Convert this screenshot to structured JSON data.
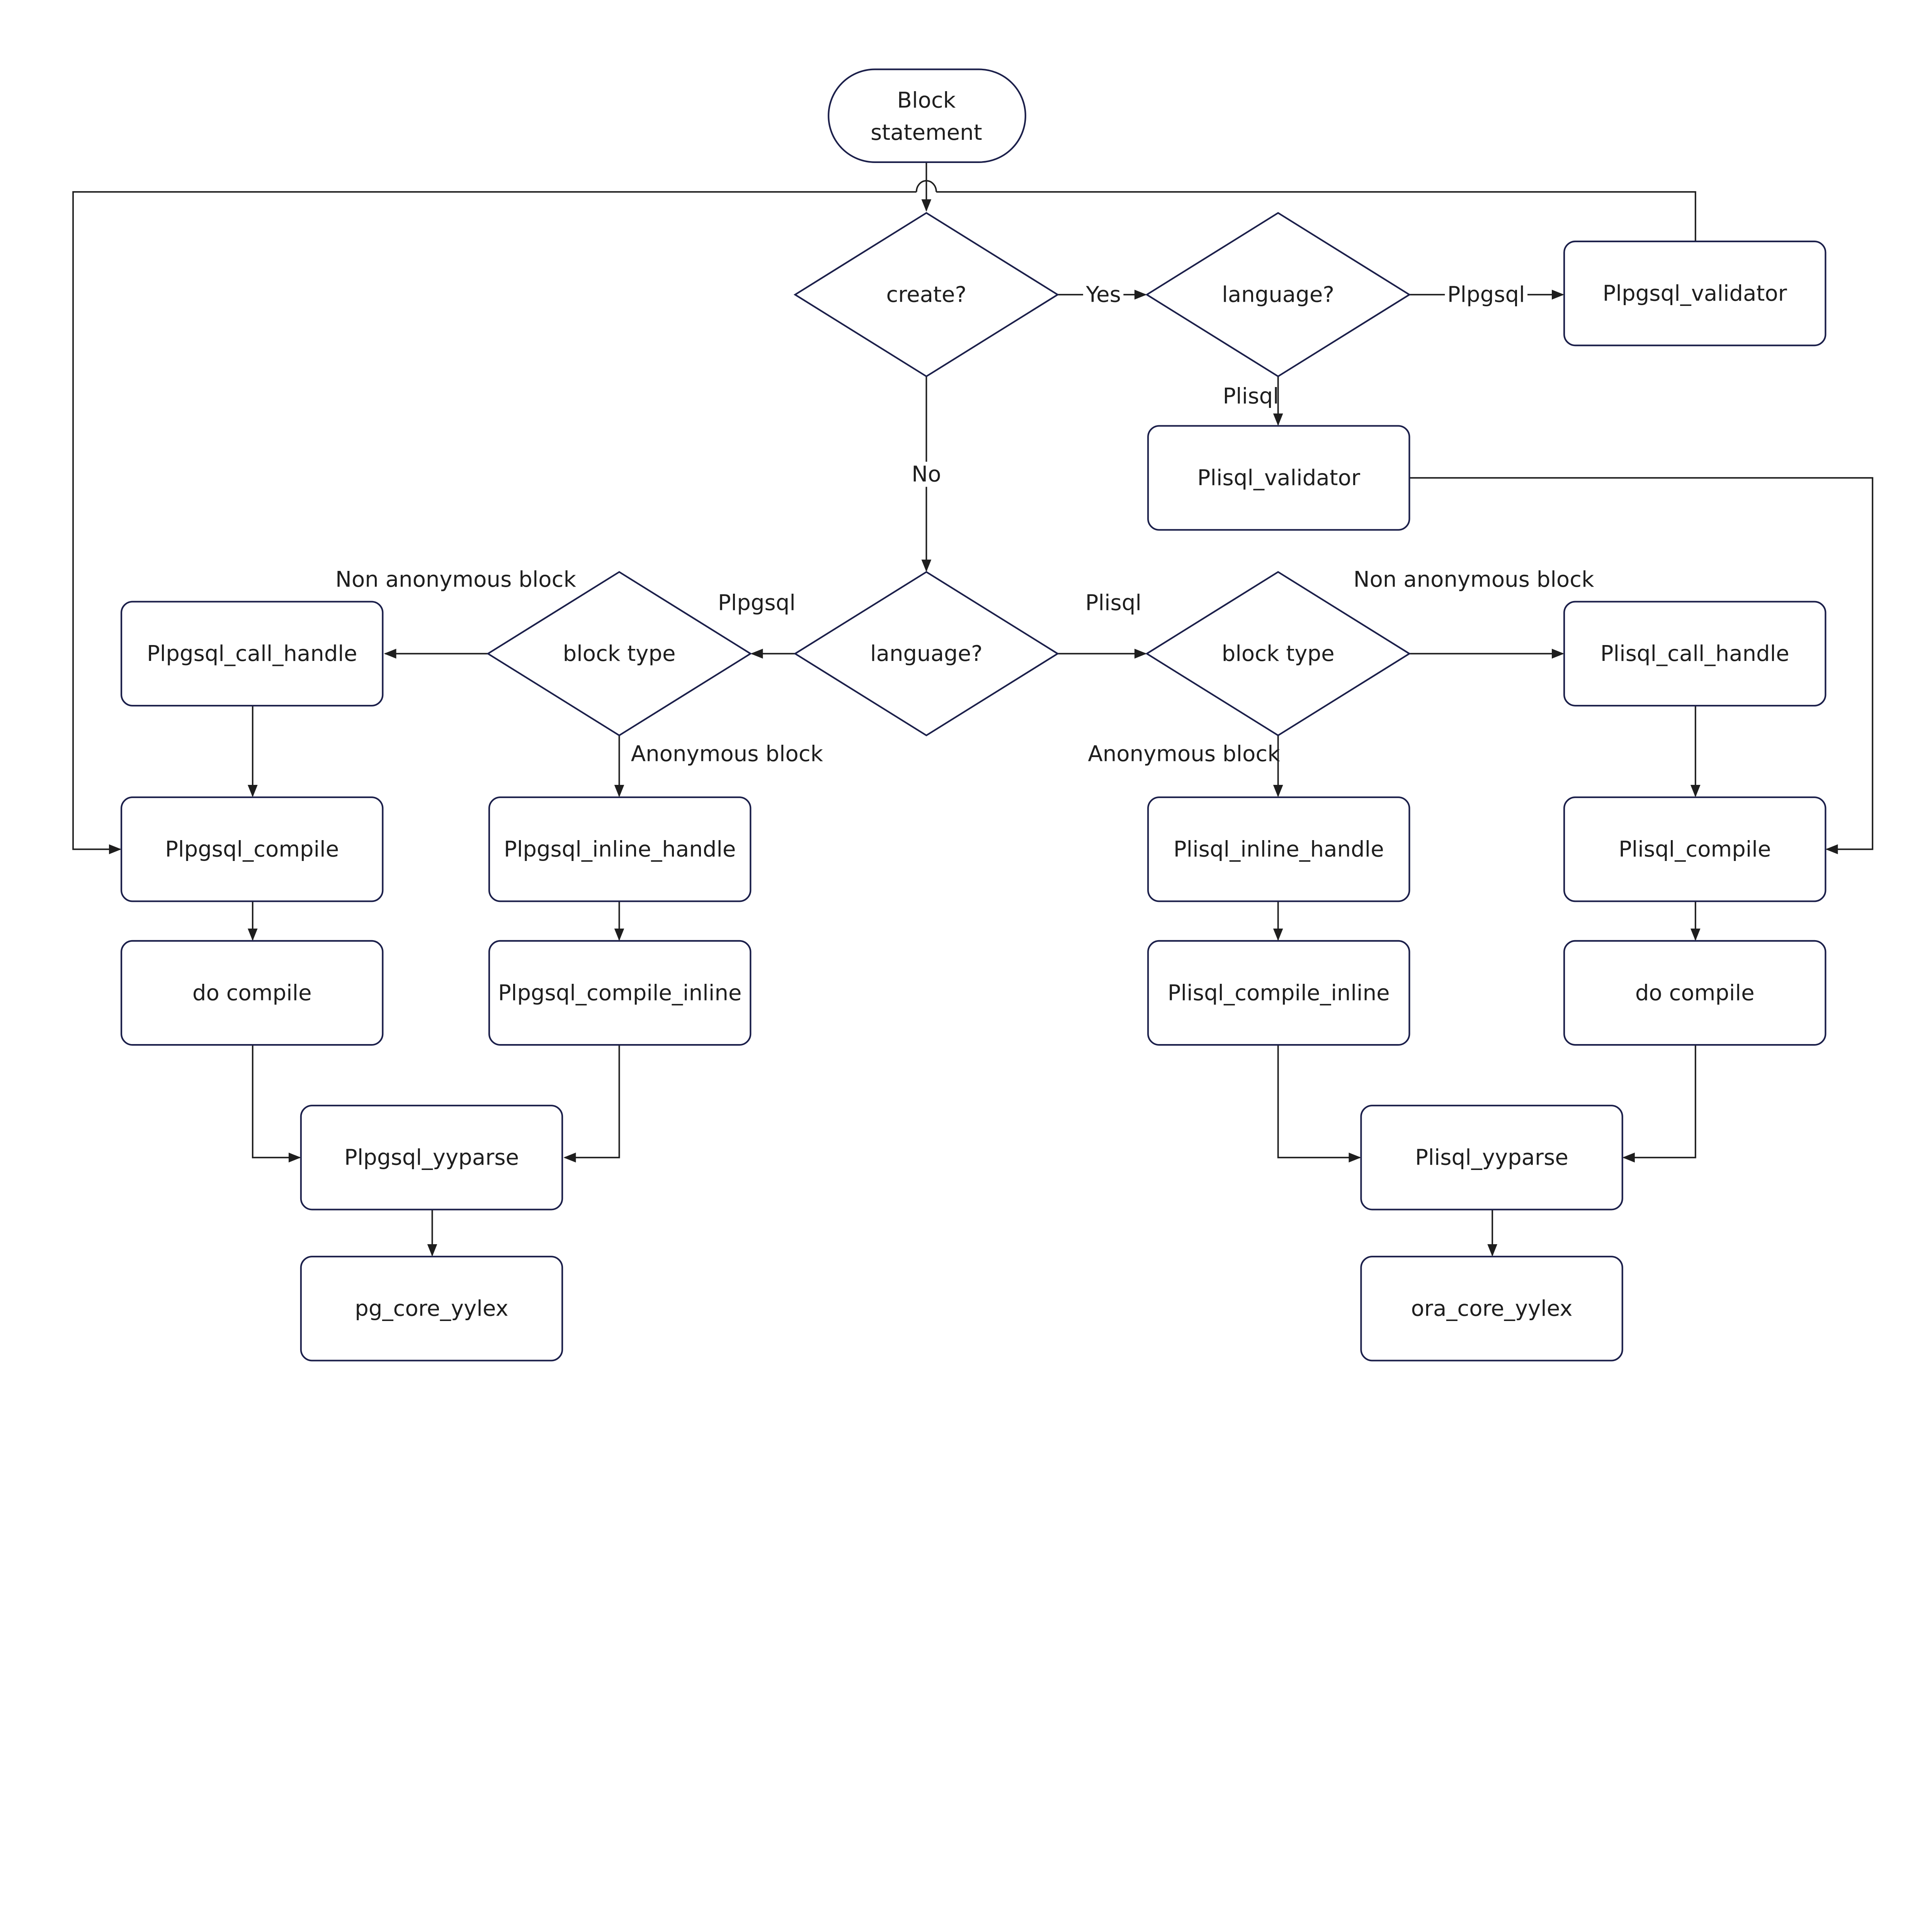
{
  "nodes": {
    "start": [
      "Block",
      "statement"
    ],
    "create": "create?",
    "language_top": "language?",
    "plpgsql_validator": "Plpgsql_validator",
    "plisql_validator": "Plisql_validator",
    "language_mid": "language?",
    "block_type_left": "block type",
    "block_type_right": "block type",
    "plpgsql_call_handle": "Plpgsql_call_handle",
    "plpgsql_compile": "Plpgsql_compile",
    "do_compile_left": "do compile",
    "plpgsql_inline_handle": "Plpgsql_inline_handle",
    "plpgsql_compile_inline": "Plpgsql_compile_inline",
    "plpgsql_yyparse": "Plpgsql_yyparse",
    "pg_core_yylex": "pg_core_yylex",
    "plisql_inline_handle": "Plisql_inline_handle",
    "plisql_compile_inline": "Plisql_compile_inline",
    "plisql_call_handle": "Plisql_call_handle",
    "plisql_compile": "Plisql_compile",
    "do_compile_right": "do compile",
    "plisql_yyparse": "Plisql_yyparse",
    "ora_core_yylex": "ora_core_yylex"
  },
  "edge_labels": {
    "yes": "Yes",
    "no": "No",
    "top_plpgsql": "Plpgsql",
    "top_plisql": "Plisql",
    "mid_plpgsql": "Plpgsql",
    "mid_plisql": "Plisql",
    "left_non_anonymous": "Non anonymous block",
    "left_anonymous": "Anonymous block",
    "right_non_anonymous": "Non anonymous block",
    "right_anonymous": "Anonymous block"
  },
  "colors": {
    "shape_stroke": "#1b1f4a",
    "edge": "#1e1e1e"
  }
}
